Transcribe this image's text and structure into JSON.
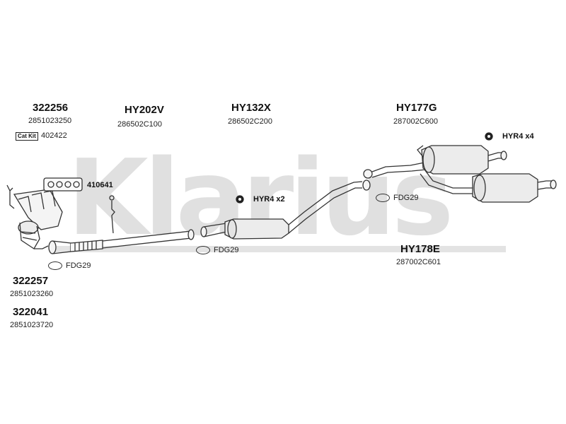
{
  "watermark": {
    "text": "Klarius"
  },
  "parts": {
    "p322256": {
      "code": "322256",
      "oem": "2851023250"
    },
    "catkit": {
      "badge": "Cat Kit",
      "ref": "402422"
    },
    "p410641": {
      "code": "410641"
    },
    "p322257": {
      "code": "322257",
      "oem": "2851023260"
    },
    "p322041": {
      "code": "322041",
      "oem": "2851023720"
    },
    "hy202v": {
      "code": "HY202V",
      "oem": "286502C100"
    },
    "hy132x": {
      "code": "HY132X",
      "oem": "286502C200"
    },
    "hy177g": {
      "code": "HY177G",
      "oem": "287002C600"
    },
    "hy178e": {
      "code": "HY178E",
      "oem": "287002C601"
    }
  },
  "fittings": {
    "fdg_a": "FDG29",
    "fdg_b": "FDG29",
    "fdg_c": "FDG29",
    "hyr_a": "HYR4 x2",
    "hyr_b": "HYR4 x4"
  },
  "icons": {
    "gasket": "gasket-icon",
    "hanger": "rubber-hanger-icon"
  }
}
